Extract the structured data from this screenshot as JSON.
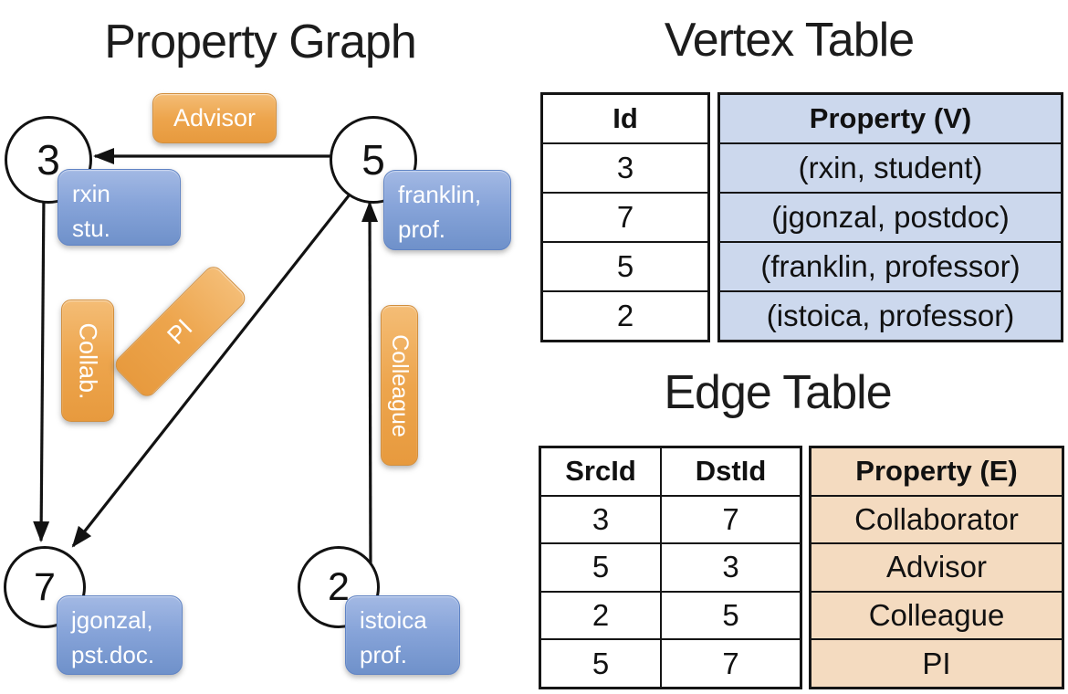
{
  "graph_panel": {
    "title": "Property Graph",
    "nodes": {
      "n3": "3",
      "n5": "5",
      "n7": "7",
      "n2": "2"
    },
    "vertex_labels": {
      "v3": {
        "line1": "rxin",
        "line2": "stu."
      },
      "v5": {
        "line1": "franklin,",
        "line2": "prof."
      },
      "v7": {
        "line1": "jgonzal,",
        "line2": "pst.doc."
      },
      "v2": {
        "line1": "istoica",
        "line2": "prof."
      }
    },
    "edge_labels": {
      "advisor": "Advisor",
      "collab": "Collab.",
      "pi": "PI",
      "colleague": "Colleague"
    }
  },
  "vertex_table": {
    "title": "Vertex Table",
    "columns": {
      "id": "Id",
      "property": "Property (V)"
    },
    "rows": [
      [
        "3",
        "(rxin, student)"
      ],
      [
        "7",
        "(jgonzal, postdoc)"
      ],
      [
        "5",
        "(franklin, professor)"
      ],
      [
        "2",
        "(istoica, professor)"
      ]
    ]
  },
  "edge_table": {
    "title": "Edge Table",
    "columns": {
      "src": "SrcId",
      "dst": "DstId",
      "property": "Property (E)"
    },
    "rows": [
      [
        "3",
        "7",
        "Collaborator"
      ],
      [
        "5",
        "3",
        "Advisor"
      ],
      [
        "2",
        "5",
        "Colleague"
      ],
      [
        "5",
        "7",
        "PI"
      ]
    ]
  },
  "colors": {
    "edge_pill_orange": "#eda54d",
    "vertex_box_blue": "#87a4d9",
    "vertex_cell_blue": "#ccd8ed",
    "edge_cell_tan": "#f4dbc0",
    "line_black": "#121212"
  }
}
